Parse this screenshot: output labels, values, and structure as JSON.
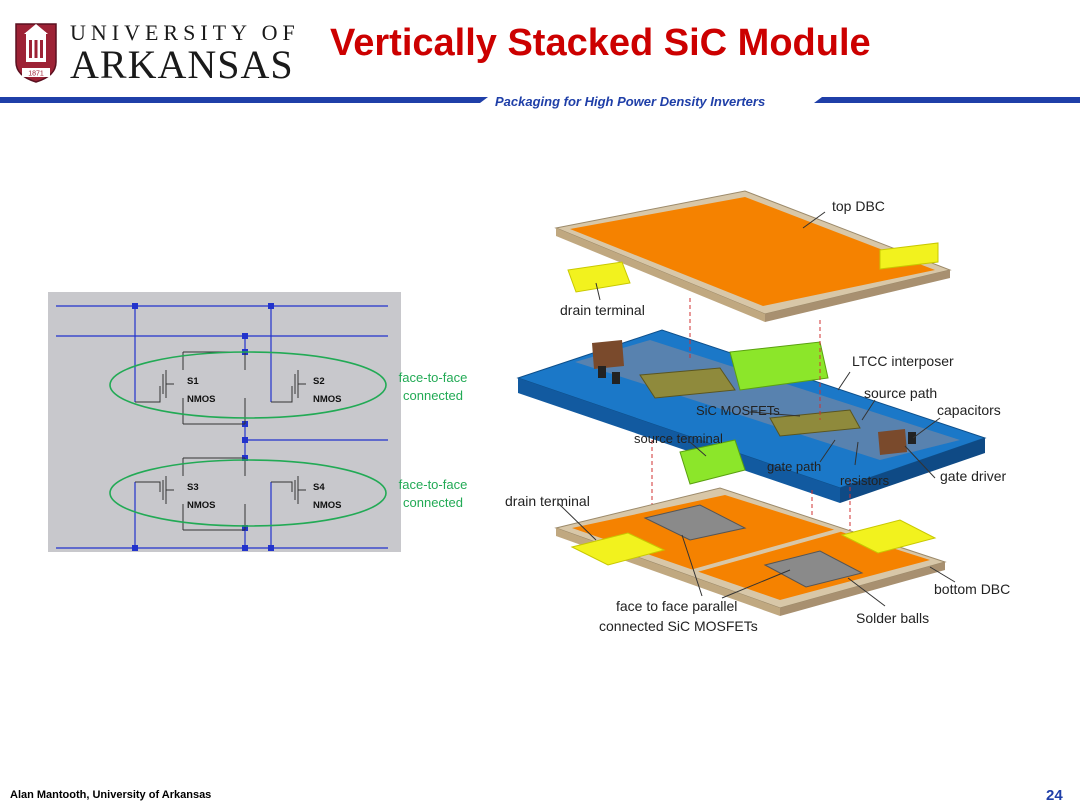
{
  "header": {
    "logo_line1": "UNIVERSITY OF",
    "logo_line2": "ARKANSAS",
    "logo_seal_year": "1871",
    "title": "Vertically Stacked SiC Module",
    "subtitle": "Packaging for High Power Density Inverters"
  },
  "circuit": {
    "switches": [
      {
        "id": "S1",
        "type": "NMOS"
      },
      {
        "id": "S2",
        "type": "NMOS"
      },
      {
        "id": "S3",
        "type": "NMOS"
      },
      {
        "id": "S4",
        "type": "NMOS"
      }
    ],
    "annotations": [
      {
        "line1": "face-to-face",
        "line2": "connected"
      },
      {
        "line1": "face-to-face",
        "line2": "connected"
      }
    ]
  },
  "module_labels": {
    "top_dbc": "top DBC",
    "drain_terminal_top": "drain terminal",
    "ltcc_interposer": "LTCC interposer",
    "source_path": "source path",
    "capacitors": "capacitors",
    "sic_mosfets": "SiC MOSFETs",
    "source_terminal": "source terminal",
    "gate_path": "gate path",
    "resistors": "resistors",
    "gate_driver": "gate driver",
    "drain_terminal_bottom": "drain terminal",
    "bottom_dbc": "bottom DBC",
    "face_to_face_line1": "face to face parallel",
    "face_to_face_line2": "connected SiC MOSFETs",
    "solder_balls": "Solder balls"
  },
  "footer": {
    "author": "Alan Mantooth, University of Arkansas",
    "page": "24"
  },
  "colors": {
    "title": "#cc0000",
    "accent_blue": "#1f3fa8",
    "annotation_green": "#22aa55",
    "dbc_orange": "#f58200",
    "interposer_blue": "#1b78c8",
    "terminal_yellow": "#f2f21e",
    "terminal_green": "#8ce62a"
  }
}
